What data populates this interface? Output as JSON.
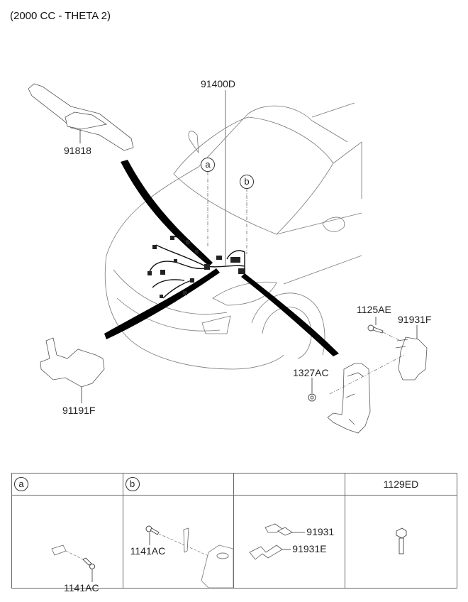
{
  "title": "(2000 CC - THETA 2)",
  "main_diagram": {
    "labels": {
      "wiring_harness": "91400D",
      "left_bracket_top": "91818",
      "left_bracket_bottom": "91191F",
      "bolt": "1125AE",
      "bracket_right": "91931F",
      "nut": "1327AC"
    },
    "callouts": {
      "a": "a",
      "b": "b"
    }
  },
  "table": {
    "headers": [
      {
        "callout": "a",
        "code": ""
      },
      {
        "callout": "b",
        "code": ""
      },
      {
        "callout": "",
        "code": ""
      },
      {
        "callout": "",
        "code": "1129ED"
      }
    ],
    "cells": [
      {
        "labels": [
          "1141AC"
        ]
      },
      {
        "labels": [
          "1141AC"
        ]
      },
      {
        "labels": [
          "91931",
          "91931E"
        ]
      },
      {
        "labels": []
      }
    ]
  }
}
